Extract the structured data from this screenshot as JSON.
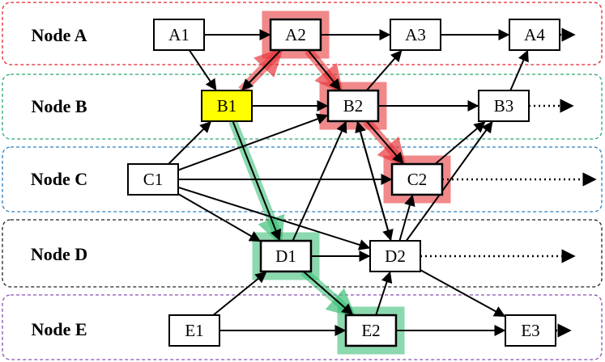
{
  "lanes": [
    {
      "id": "A",
      "label": "Node A",
      "color": "#e0282e"
    },
    {
      "id": "B",
      "label": "Node B",
      "color": "#2aa86a"
    },
    {
      "id": "C",
      "label": "Node C",
      "color": "#2a7fc1"
    },
    {
      "id": "D",
      "label": "Node D",
      "color": "#222222"
    },
    {
      "id": "E",
      "label": "Node E",
      "color": "#8b4fb3"
    }
  ],
  "nodes": [
    {
      "id": "A1",
      "label": "A1"
    },
    {
      "id": "A2",
      "label": "A2",
      "highlight": "red"
    },
    {
      "id": "A3",
      "label": "A3"
    },
    {
      "id": "A4",
      "label": "A4"
    },
    {
      "id": "B1",
      "label": "B1",
      "fill": "#ffff00"
    },
    {
      "id": "B2",
      "label": "B2",
      "highlight": "red"
    },
    {
      "id": "B3",
      "label": "B3"
    },
    {
      "id": "C1",
      "label": "C1"
    },
    {
      "id": "C2",
      "label": "C2",
      "highlight": "red"
    },
    {
      "id": "D1",
      "label": "D1",
      "highlight": "green"
    },
    {
      "id": "D2",
      "label": "D2"
    },
    {
      "id": "E1",
      "label": "E1"
    },
    {
      "id": "E2",
      "label": "E2",
      "highlight": "green"
    },
    {
      "id": "E3",
      "label": "E3"
    }
  ],
  "edges": [
    [
      "A1",
      "A2"
    ],
    [
      "A2",
      "A3"
    ],
    [
      "A3",
      "A4"
    ],
    [
      "A1",
      "B1"
    ],
    [
      "A2",
      "B1"
    ],
    [
      "A2",
      "B2"
    ],
    [
      "B1",
      "B2"
    ],
    [
      "B2",
      "B3"
    ],
    [
      "B2",
      "A3"
    ],
    [
      "B3",
      "A4"
    ],
    [
      "B2",
      "C2"
    ],
    [
      "B2",
      "D2"
    ],
    [
      "C1",
      "B1"
    ],
    [
      "C1",
      "B2"
    ],
    [
      "C1",
      "C2"
    ],
    [
      "C1",
      "D1"
    ],
    [
      "C1",
      "D2"
    ],
    [
      "B1",
      "D1"
    ],
    [
      "D1",
      "B2"
    ],
    [
      "D1",
      "D2"
    ],
    [
      "D2",
      "B2"
    ],
    [
      "D2",
      "C2"
    ],
    [
      "D2",
      "B3"
    ],
    [
      "D2",
      "E3"
    ],
    [
      "E1",
      "D1"
    ],
    [
      "E1",
      "E2"
    ],
    [
      "E2",
      "D2"
    ],
    [
      "E2",
      "E3"
    ],
    [
      "C2",
      "B3"
    ],
    [
      "D1",
      "E2"
    ]
  ],
  "continuations": [
    "A4",
    "B3",
    "C2",
    "D2",
    "E3"
  ],
  "highlight_paths": {
    "red": {
      "color": "#e8383c",
      "path": [
        "B1",
        "A2",
        "B2",
        "C2"
      ]
    },
    "green": {
      "color": "#3dbf78",
      "path": [
        "B1",
        "D1",
        "E2"
      ]
    }
  }
}
